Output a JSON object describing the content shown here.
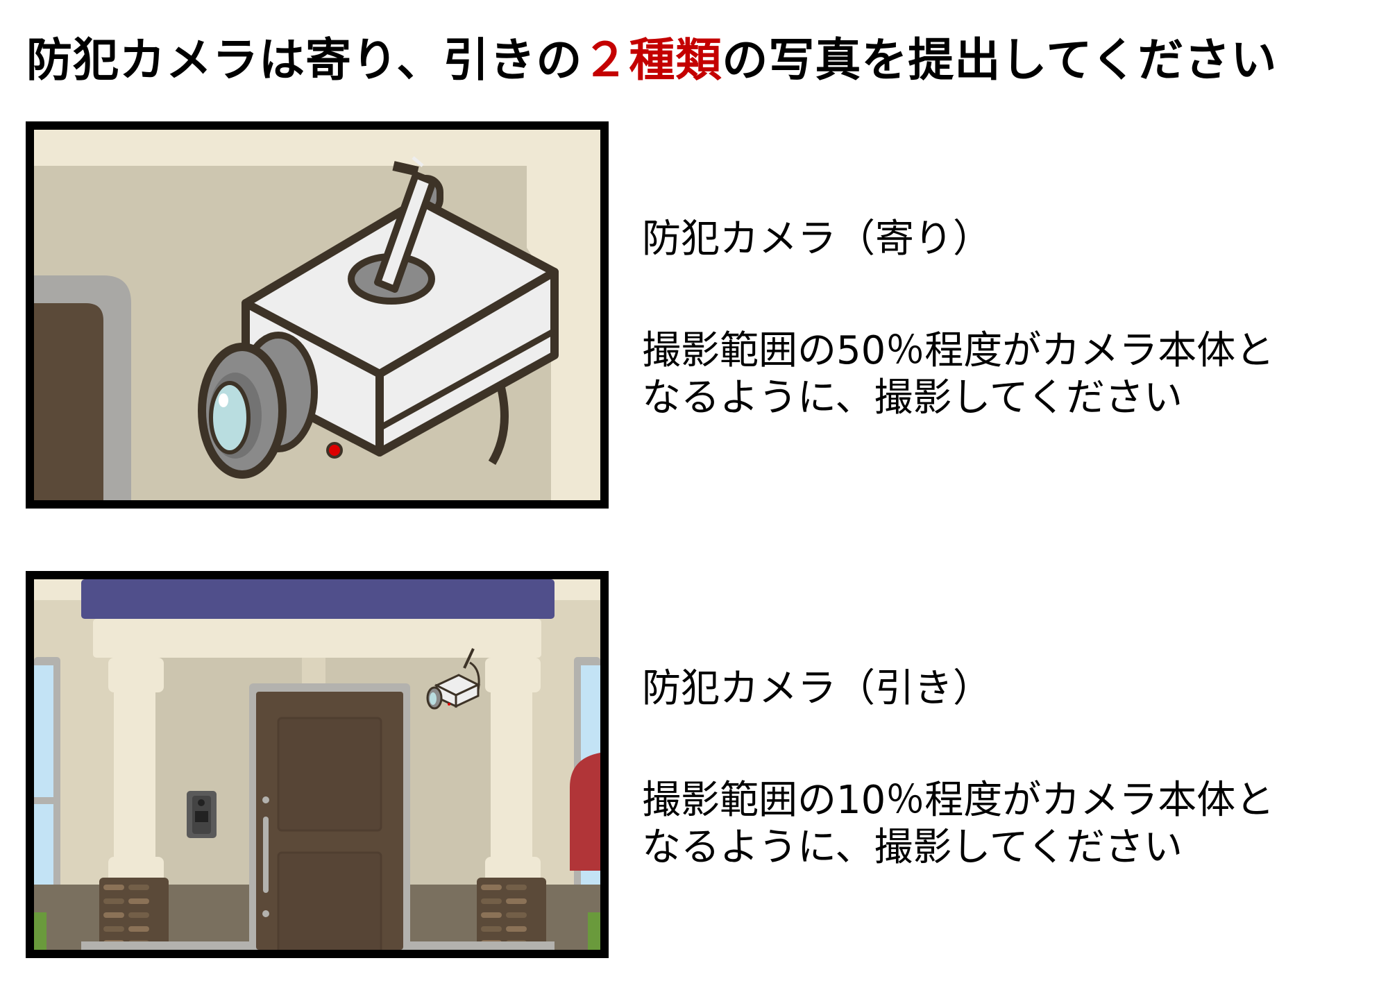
{
  "title": {
    "before": "防犯カメラは寄り、引きの",
    "accent": "２種類",
    "after": "の写真を提出してください",
    "accent_color": "#c40000"
  },
  "sections": [
    {
      "illustration": "close-up-security-camera",
      "heading": "防犯カメラ（寄り）",
      "body_line1": "撮影範囲の50％程度がカメラ本体と",
      "body_line2": "なるように、撮影してください"
    },
    {
      "illustration": "wide-shot-entrance-with-security-camera",
      "heading": "防犯カメラ（引き）",
      "body_line1": "撮影範囲の10％程度がカメラ本体と",
      "body_line2": "なるように、撮影してください"
    }
  ],
  "colors": {
    "panel_border": "#000000",
    "wall": "#cdc6b0",
    "eave": "#efe8d4",
    "door": "#5c4a39",
    "camera_body": "#eeeeee",
    "camera_outline": "#3d3327",
    "lens_glass": "#b9dde0",
    "led": "#dd0000",
    "awning": "#504f8b",
    "mailbox": "#b13538",
    "window_glass": "#c3e3f5"
  }
}
